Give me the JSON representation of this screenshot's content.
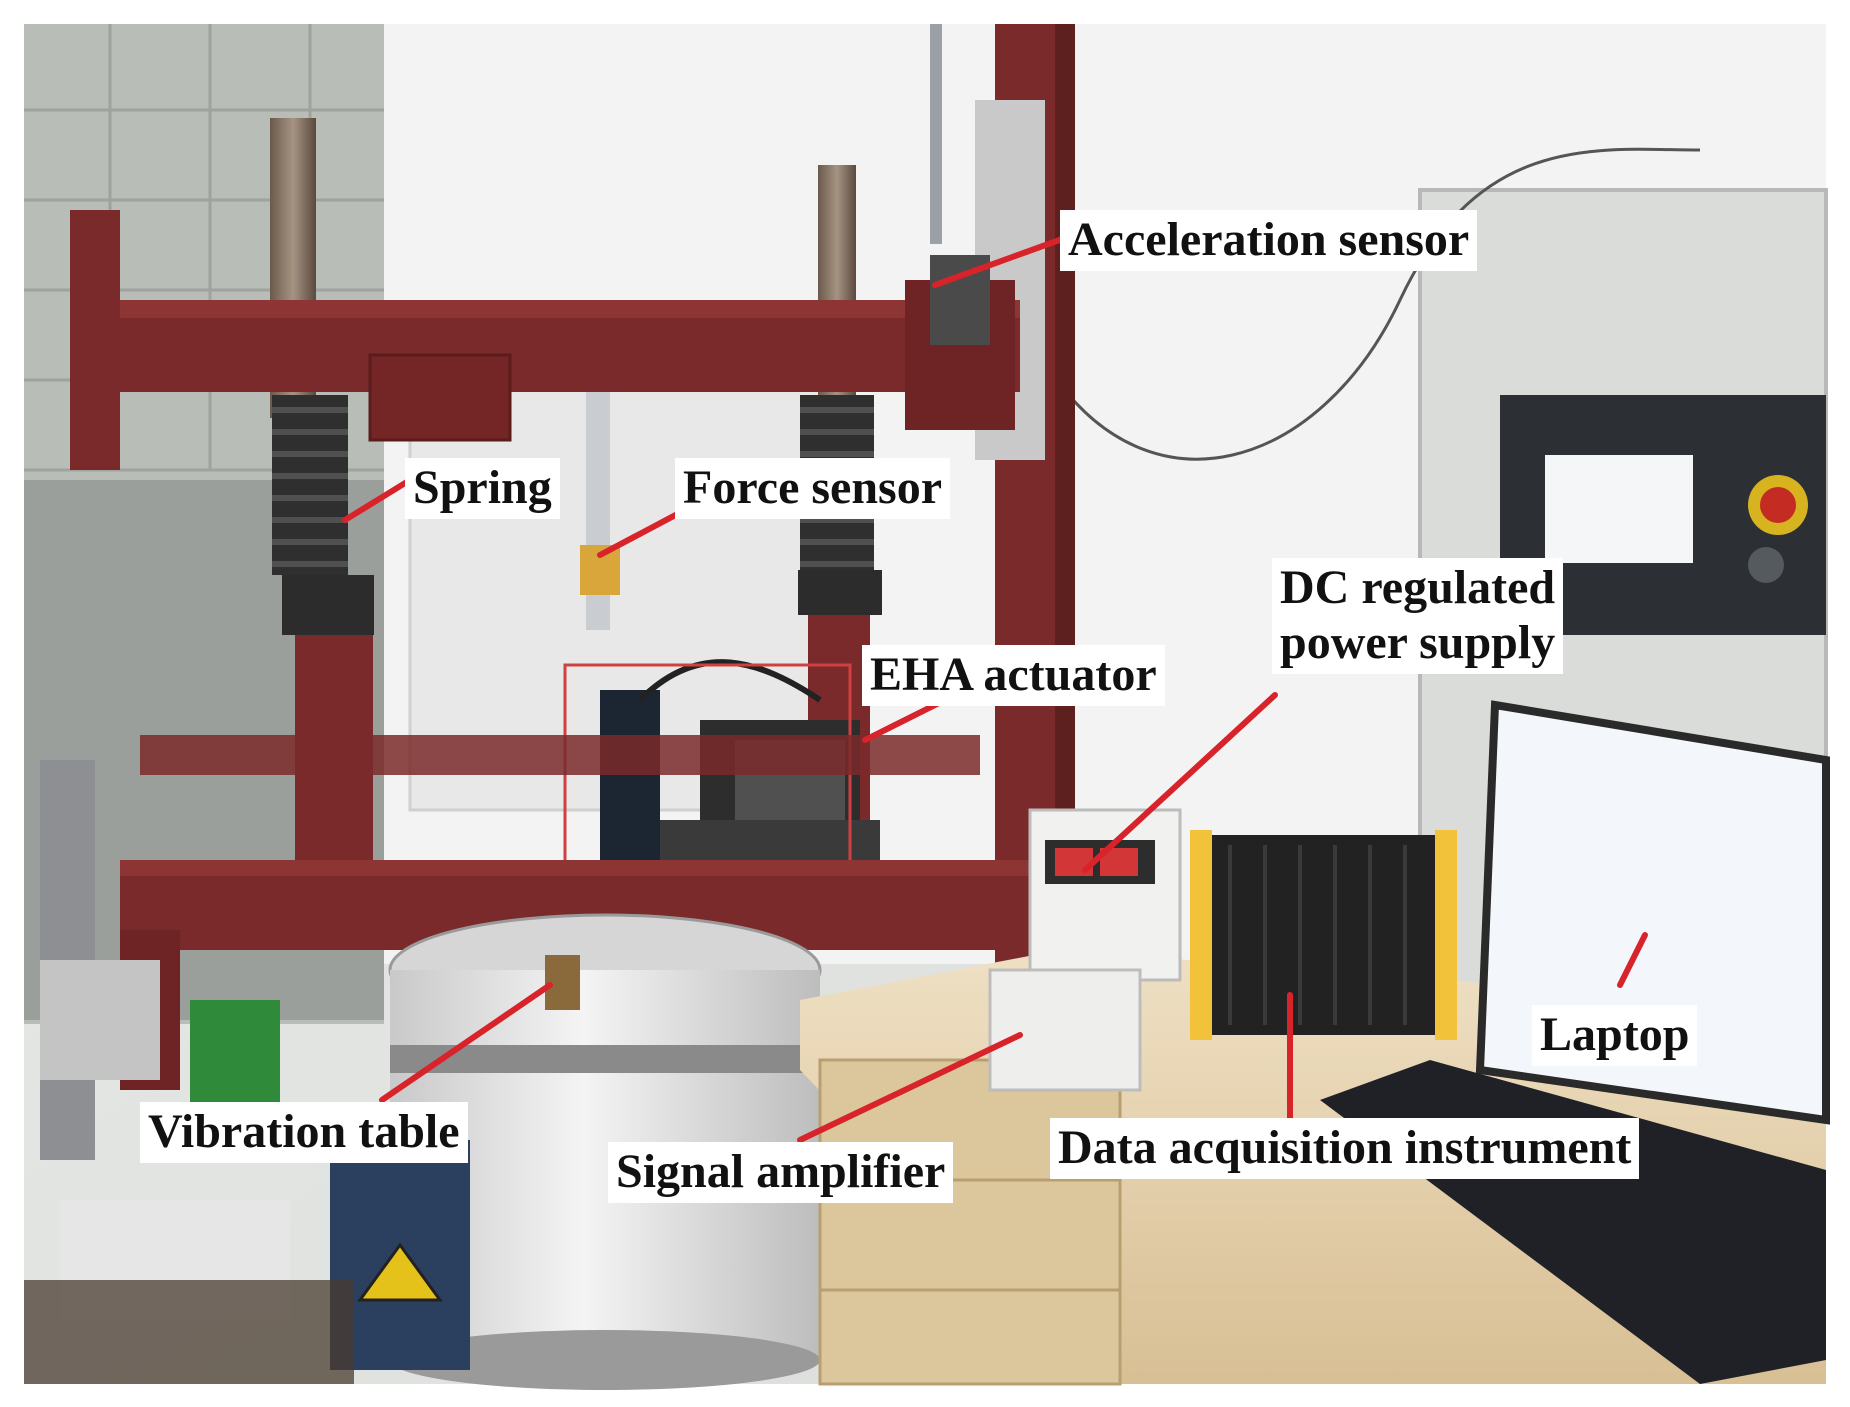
{
  "figure": {
    "labels": {
      "acceleration_sensor": "Acceleration sensor",
      "spring": "Spring",
      "force_sensor": "Force sensor",
      "dc_supply_line1": "DC regulated",
      "dc_supply_line2": "power supply",
      "eha_actuator": "EHA actuator",
      "laptop": "Laptop",
      "vibration_table": "Vibration table",
      "signal_amplifier": "Signal amplifier",
      "data_acquisition": "Data acquisition instrument"
    },
    "colors": {
      "leader_line": "#d8232a",
      "frame": "#7a2a2a",
      "highlight_box": "#d04040"
    }
  }
}
